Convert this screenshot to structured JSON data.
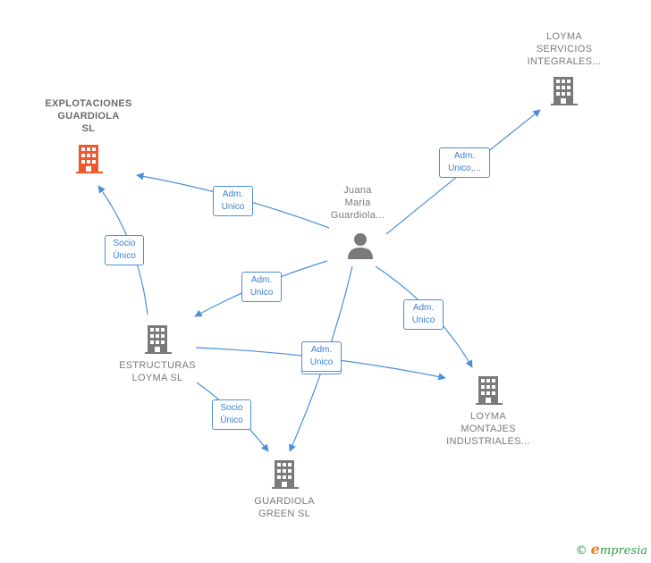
{
  "colors": {
    "edge": "#4a8fd8",
    "company": "#7a7a7a",
    "main_company": "#f0582b",
    "person": "#7a7a7a"
  },
  "nodes": {
    "explotaciones": {
      "lines": [
        "EXPLOTACIONES",
        "GUARDIOLA",
        "SL"
      ],
      "icon": "building-icon"
    },
    "loyma_servicios": {
      "lines": [
        "LOYMA",
        "SERVICIOS",
        "INTEGRALES..."
      ],
      "icon": "building-icon"
    },
    "juana": {
      "lines": [
        "Juana",
        "Maria",
        "Guardiola..."
      ],
      "icon": "person-icon"
    },
    "estructuras": {
      "lines": [
        "ESTRUCTURAS",
        "LOYMA SL"
      ],
      "icon": "building-icon"
    },
    "loyma_montajes": {
      "lines": [
        "LOYMA",
        "MONTAJES",
        "INDUSTRIALES..."
      ],
      "icon": "building-icon"
    },
    "guardiola_green": {
      "lines": [
        "GUARDIOLA",
        "GREEN  SL"
      ],
      "icon": "building-icon"
    }
  },
  "edges": {
    "juana_explotaciones": [
      "Adm.",
      "Unico"
    ],
    "juana_loyma_servicios": [
      "Adm.",
      "Unico,..."
    ],
    "estructuras_explotaciones": [
      "Socio",
      "Único"
    ],
    "juana_estructuras": [
      "Adm.",
      "Unico"
    ],
    "juana_loyma_montajes": [
      "Adm.",
      "Unico"
    ],
    "juana_guardiola_green": [
      "Adm.",
      "Unico"
    ],
    "estructuras_guardiola_green": [
      "Socio",
      "Único"
    ]
  },
  "footer": {
    "copyright": "©",
    "brand_initial": "e",
    "brand_rest": "mpresia"
  }
}
